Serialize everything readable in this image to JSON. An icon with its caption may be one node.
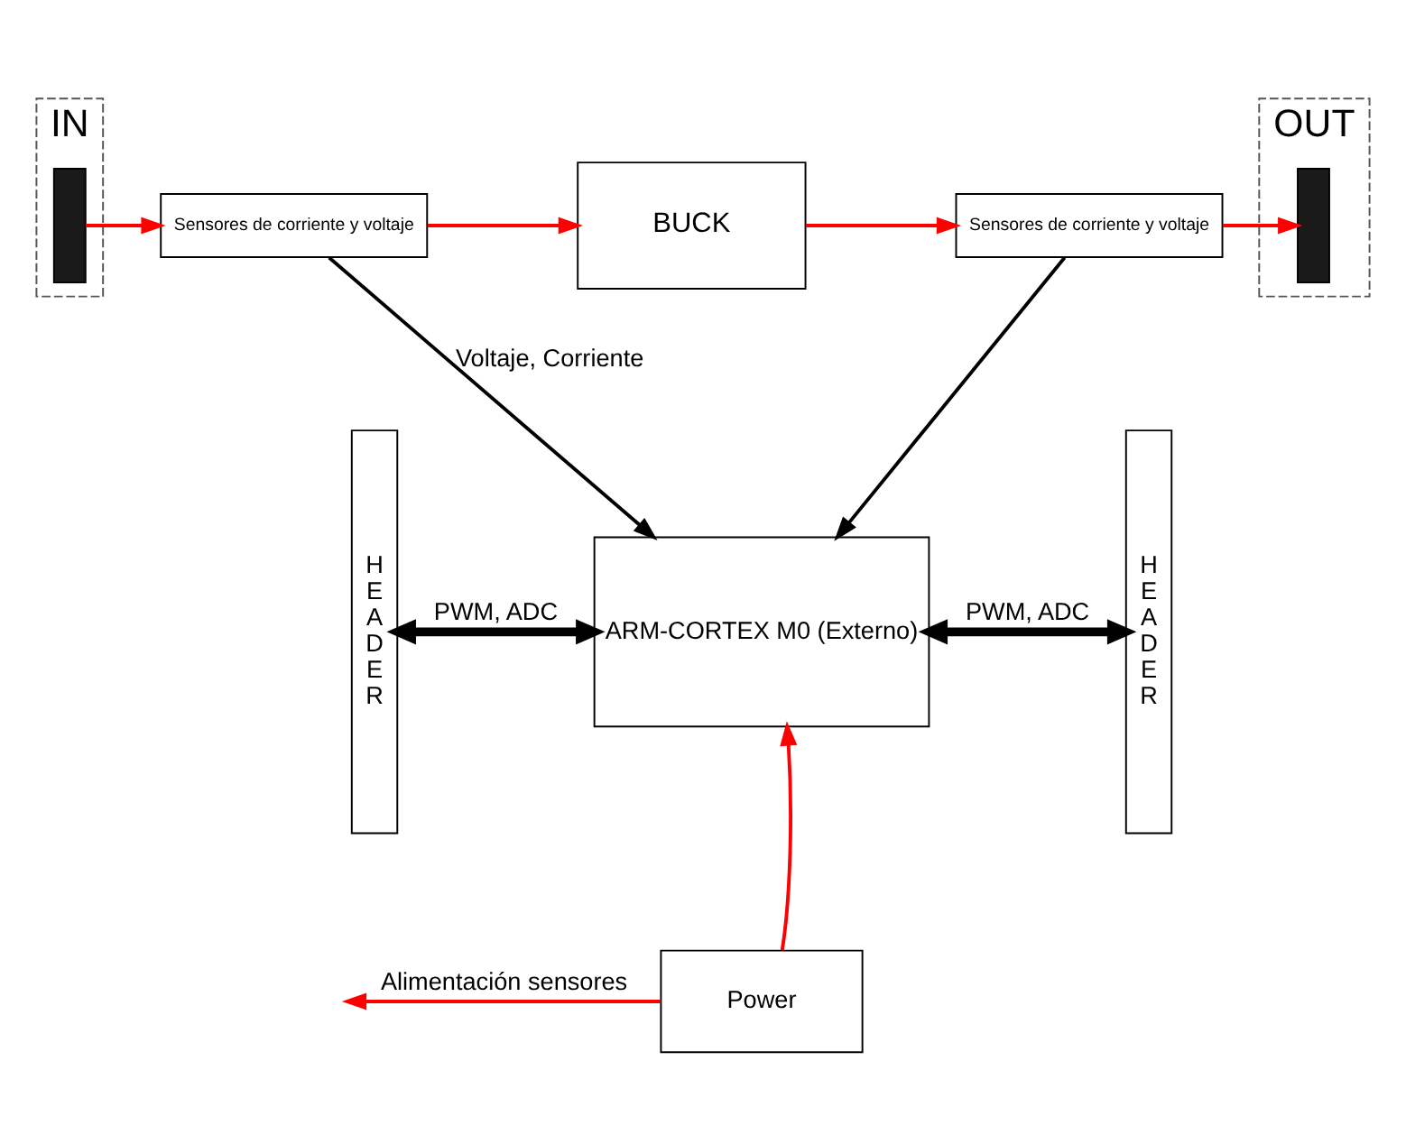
{
  "diagram": {
    "nodes": [
      {
        "text": [
          "IN"
        ]
      },
      {
        "text": [],
        "shape": "bar",
        "in": 0
      },
      {
        "text": [
          "Sensores de corriente y voltaje"
        ]
      },
      {
        "text": [
          "BUCK"
        ]
      },
      {
        "text": [
          "Sensores de corriente y voltaje"
        ]
      },
      {
        "text": [
          "OUT"
        ]
      },
      {
        "text": [],
        "shape": "bar",
        "in": 5
      },
      {
        "text": [
          "HEADER"
        ]
      },
      {
        "text": [
          "ARM-CORTEX M0 (Externo)"
        ]
      },
      {
        "text": [
          "HEADER"
        ]
      },
      {
        "text": [
          "Power"
        ]
      }
    ],
    "edges": [
      {
        "from": 1,
        "to": 2,
        "arrow": "to"
      },
      {
        "from": 2,
        "to": 3,
        "arrow": "to"
      },
      {
        "from": 3,
        "to": 4,
        "arrow": "to"
      },
      {
        "from": 4,
        "to": 6,
        "arrow": "to"
      },
      {
        "from": 2,
        "to": 8,
        "arrow": "to",
        "label": "Voltaje, Corriente",
        "color": "#000000"
      },
      {
        "from": 4,
        "to": 8,
        "arrow": "to",
        "color": "#000000"
      },
      {
        "from": 7,
        "to": 8,
        "arrow": "both",
        "label": "PWM, ADC",
        "style": "thick",
        "color": "#000000"
      },
      {
        "from": 8,
        "to": 9,
        "arrow": "both",
        "label": "PWM, ADC",
        "style": "thick",
        "color": "#000000"
      },
      {
        "from": 10,
        "to": 8,
        "arrow": "to"
      },
      {
        "from": 10,
        "to": null,
        "arrow": "to",
        "label": "Alimentación sensores"
      }
    ]
  }
}
